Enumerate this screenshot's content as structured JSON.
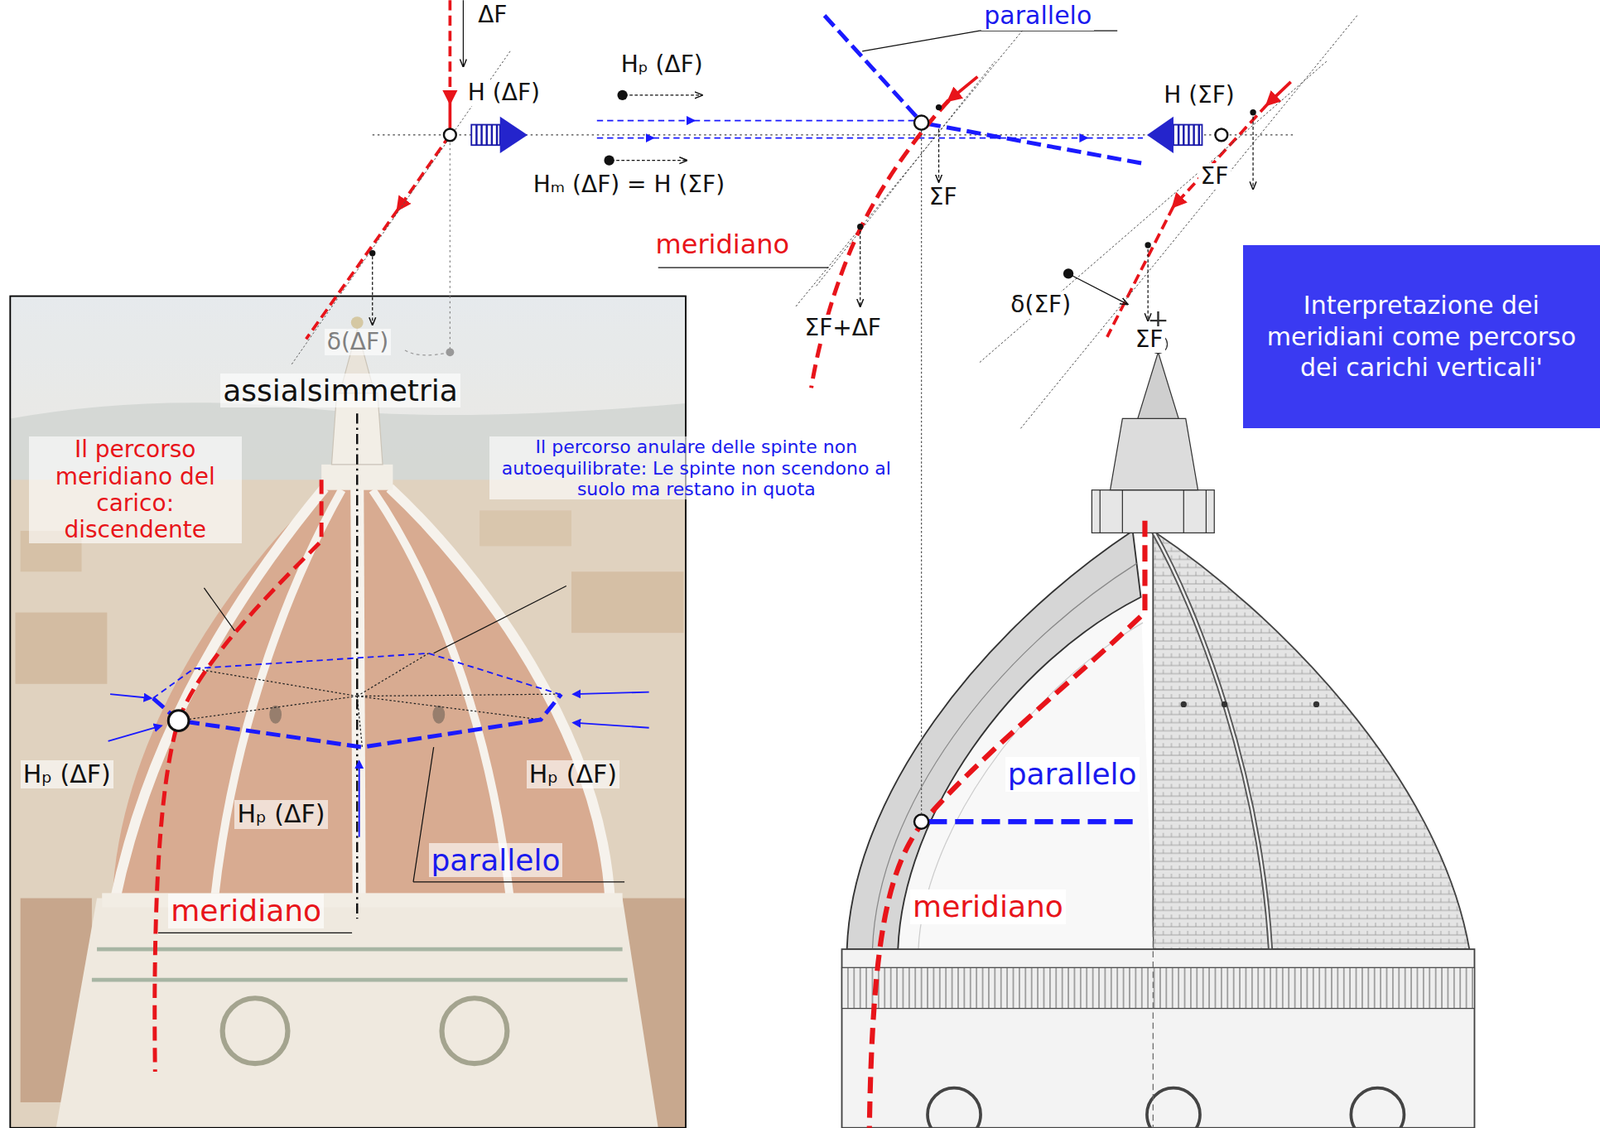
{
  "diagram": {
    "nodes": [
      {
        "text": [
          "Interpretazione dei meridiani come percorso dei carichi verticali'"
        ]
      }
    ],
    "labels": [
      "ΔF",
      "H (ΔF)",
      "Hₚ (ΔF)",
      "Hₘ (ΔF) = H (ΣF)",
      "parallelo",
      "ΣF",
      "meridiano",
      "ΣF+ΔF",
      "H (ΣF)",
      "ΣF",
      "δ(ΣF)",
      "ΣF",
      "δ(ΔF)",
      "assialsimmetria",
      "Il percorso meridiano del carico: discendente",
      "Il percorso anulare delle spinte non autoequilibrate: Le spinte non scendono al suolo ma restano in quota",
      "Hₚ (ΔF)",
      "Hₚ (ΔF)",
      "Hₚ (ΔF)",
      "parallelo",
      "meridiano",
      "parallelo",
      "meridiano"
    ]
  }
}
